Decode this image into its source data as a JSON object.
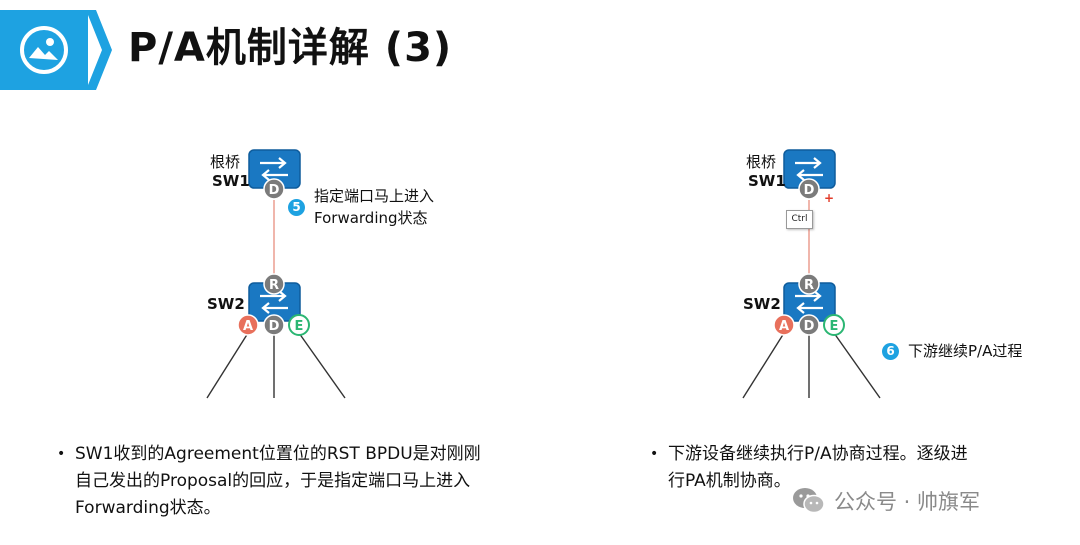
{
  "header": {
    "icon": "image-icon",
    "title": "P/A机制详解 (3)",
    "accent_color": "#1ea2e1"
  },
  "left_diagram": {
    "root_label": "根桥",
    "sw1_label": "SW1",
    "sw2_label": "SW2",
    "sw1_port": "D",
    "sw2_ports": [
      "R",
      "A",
      "D",
      "E"
    ],
    "step_number": "5",
    "step_text_line1": "指定端口马上进入",
    "step_text_line2": "Forwarding状态"
  },
  "right_diagram": {
    "root_label": "根桥",
    "sw1_label": "SW1",
    "sw2_label": "SW2",
    "sw1_port": "D",
    "sw2_ports": [
      "R",
      "A",
      "D",
      "E"
    ],
    "ctrl_tag": "Ctrl",
    "step_number": "6",
    "step_text": "下游继续P/A过程"
  },
  "bullets": {
    "left_line1": "SW1收到的Agreement位置位的RST BPDU是对刚刚",
    "left_line2": "自己发出的Proposal的回应，于是指定端口马上进入",
    "left_line3": "Forwarding状态。",
    "right_line1": "下游设备继续执行P/A协商过程。逐级进",
    "right_line2": "行PA机制协商。"
  },
  "watermark": {
    "icon": "wechat-icon",
    "text": "公众号 · 帅旗军"
  },
  "colors": {
    "switch_blue": "#1a78c2",
    "port_gray": "#7b7b7b",
    "port_alternate": "#e8705c",
    "port_edge": "#2bb673",
    "link_red": "#e88f7f"
  }
}
